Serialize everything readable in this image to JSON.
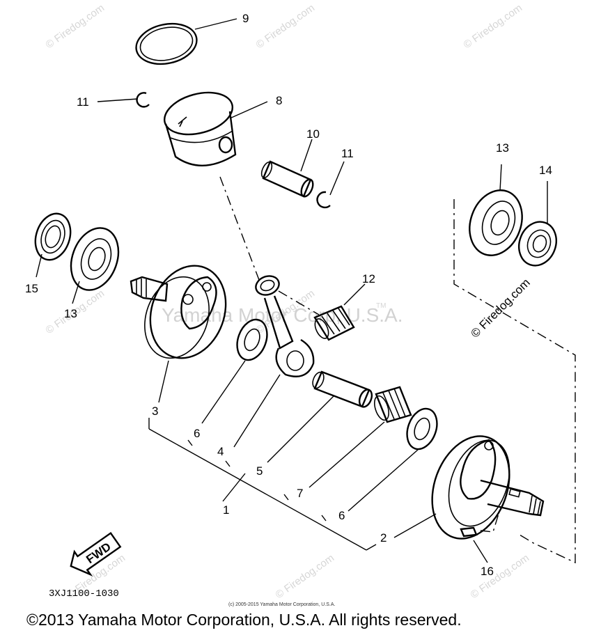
{
  "diagram": {
    "part_numbers": [
      "1",
      "2",
      "3",
      "4",
      "5",
      "6",
      "6",
      "7",
      "8",
      "9",
      "10",
      "11",
      "11",
      "12",
      "13",
      "13",
      "14",
      "15",
      "16"
    ],
    "labels": {
      "p1": "1",
      "p2": "2",
      "p3": "3",
      "p4": "4",
      "p5": "5",
      "p6a": "6",
      "p6b": "6",
      "p7": "7",
      "p8": "8",
      "p9": "9",
      "p10": "10",
      "p11a": "11",
      "p11b": "11",
      "p12": "12",
      "p13a": "13",
      "p13b": "13",
      "p14": "14",
      "p15": "15",
      "p16": "16"
    },
    "fwd_arrow": "FWD",
    "diagram_code": "3XJ1100-1030"
  },
  "watermarks": {
    "site": "© Firedog.com",
    "center": "Yamaha Motor Corp, U.S.A.",
    "tm": "TM"
  },
  "footer": {
    "small_copyright": "(c) 2005-2015 Yamaha Motor Corporation, U.S.A.",
    "copyright": "©2013 Yamaha Motor Corporation, U.S.A. All rights reserved."
  },
  "colors": {
    "background": "#ffffff",
    "ink": "#000000",
    "watermark": "#d6d6d6"
  }
}
